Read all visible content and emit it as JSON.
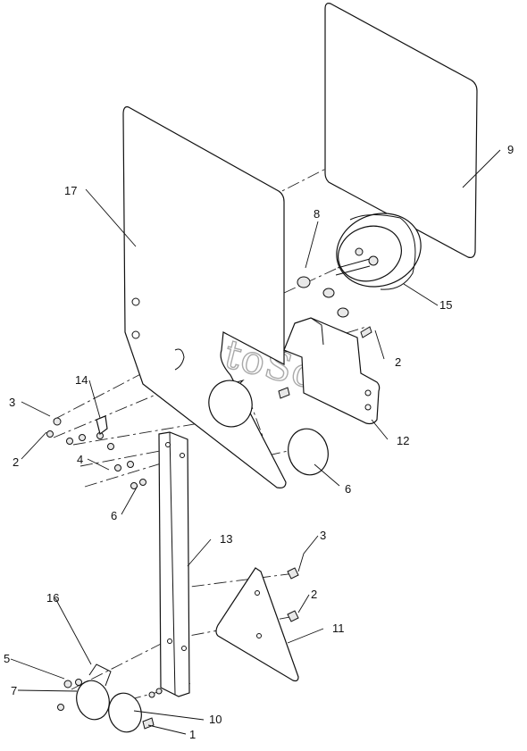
{
  "watermark": "AutoSoft",
  "callouts": [
    {
      "id": "c1",
      "label": "1"
    },
    {
      "id": "c2a",
      "label": "2"
    },
    {
      "id": "c2b",
      "label": "2"
    },
    {
      "id": "c2c",
      "label": "2"
    },
    {
      "id": "c3a",
      "label": "3"
    },
    {
      "id": "c3b",
      "label": "3"
    },
    {
      "id": "c4",
      "label": "4"
    },
    {
      "id": "c5",
      "label": "5"
    },
    {
      "id": "c6a",
      "label": "6"
    },
    {
      "id": "c6b",
      "label": "6"
    },
    {
      "id": "c7",
      "label": "7"
    },
    {
      "id": "c8",
      "label": "8"
    },
    {
      "id": "c9",
      "label": "9"
    },
    {
      "id": "c10",
      "label": "10"
    },
    {
      "id": "c11",
      "label": "11"
    },
    {
      "id": "c12",
      "label": "12"
    },
    {
      "id": "c13",
      "label": "13"
    },
    {
      "id": "c14",
      "label": "14"
    },
    {
      "id": "c15",
      "label": "15"
    },
    {
      "id": "c16",
      "label": "16"
    },
    {
      "id": "c17",
      "label": "17"
    }
  ]
}
